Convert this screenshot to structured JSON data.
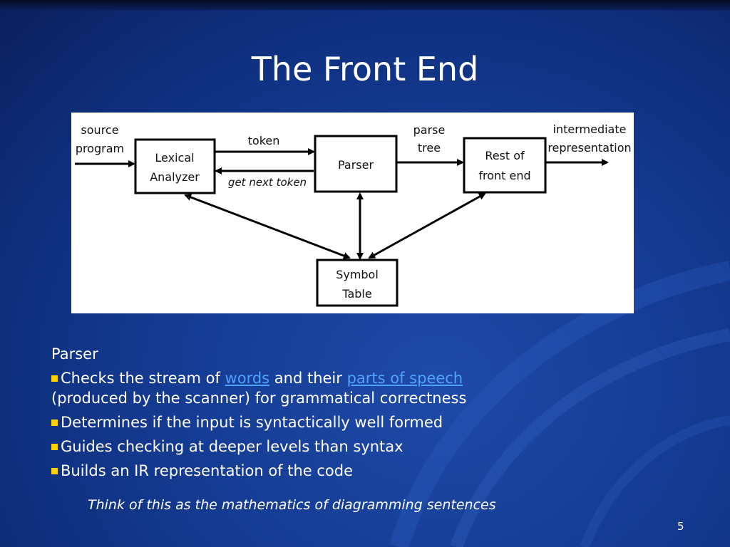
{
  "slide": {
    "title": "The Front End",
    "page_number": "5"
  },
  "diagram": {
    "nodes": {
      "lexical_analyzer": [
        "Lexical",
        "Analyzer"
      ],
      "parser": "Parser",
      "rest_of_front_end": [
        "Rest of",
        "front end"
      ],
      "symbol_table": [
        "Symbol",
        "Table"
      ]
    },
    "edge_labels": {
      "source_program": [
        "source",
        "program"
      ],
      "token": "token",
      "get_next_token": "get next token",
      "parse_tree": [
        "parse",
        "tree"
      ],
      "intermediate_representation": [
        "intermediate",
        "representation"
      ]
    }
  },
  "content": {
    "heading": "Parser",
    "bullets": [
      {
        "pre": "Checks the stream of ",
        "link1": "words",
        "mid": " and their ",
        "link2": "parts of speech",
        "continuation": "(produced by the scanner) for grammatical correctness"
      },
      {
        "text": "Determines if the input is syntactically well formed"
      },
      {
        "text": "Guides checking at deeper levels than syntax"
      },
      {
        "text": "Builds an IR representation of the code"
      }
    ],
    "note": "Think of this as the mathematics of diagramming sentences"
  }
}
